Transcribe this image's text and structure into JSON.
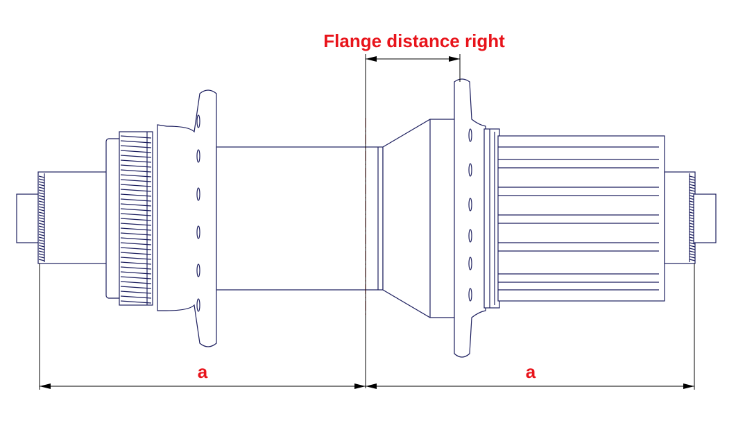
{
  "labels": {
    "flange_distance_right": "Flange distance right",
    "dimension_left": "a",
    "dimension_right": "a"
  },
  "colors": {
    "annotation": "#e8141b",
    "hub_outline": "#1c1e5e",
    "dimension_lines": "#000000"
  }
}
